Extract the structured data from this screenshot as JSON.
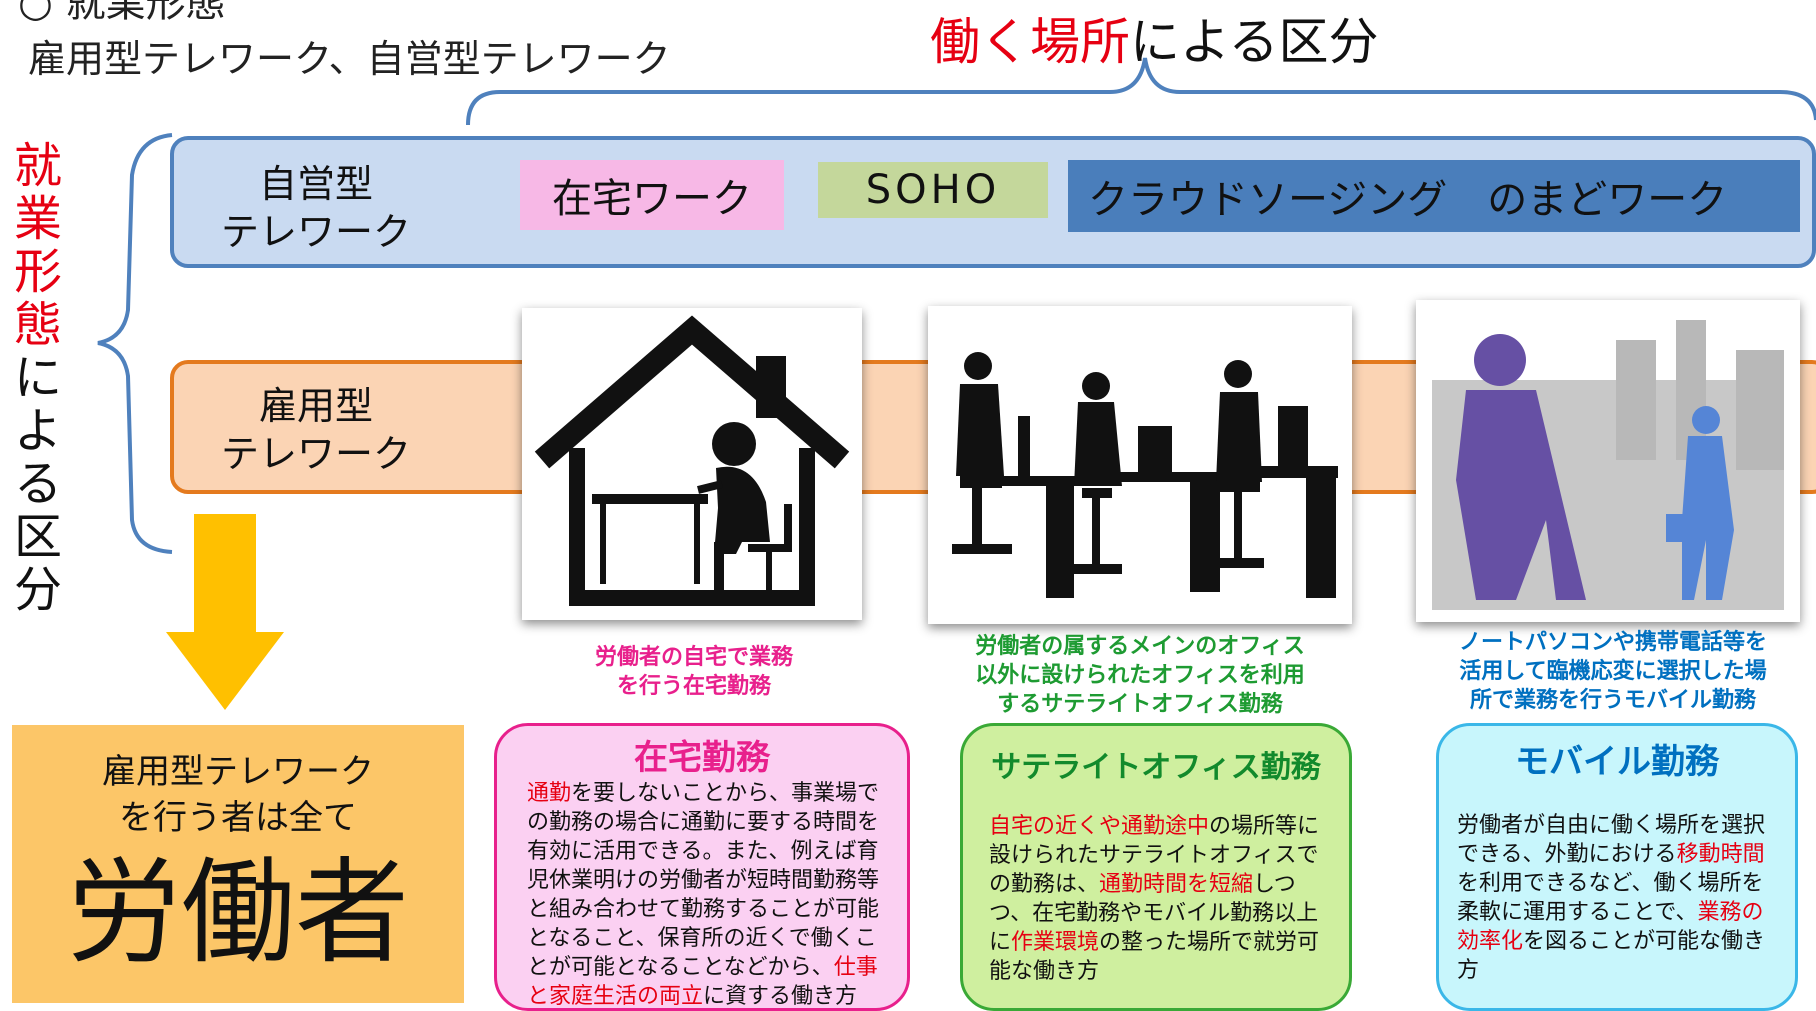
{
  "header": {
    "partial_top": "○ 就業形態",
    "subtitle": "雇用型テレワーク、自営型テレワーク",
    "place_title_red": "働く場所",
    "place_title_rest": "による区分"
  },
  "side_label": {
    "red_chars": [
      "就",
      "業",
      "形",
      "態"
    ],
    "black_chars": [
      "に",
      "よ",
      "る",
      "区",
      "分"
    ]
  },
  "self_employed": {
    "label_line1": "自営型",
    "label_line2": "テレワーク",
    "chips": {
      "home": "在宅ワーク",
      "soho": "SOHO",
      "cloud": "クラウドソージング　のまどワーク"
    }
  },
  "employed": {
    "label_line1": "雇用型",
    "label_line2": "テレワーク"
  },
  "captions": {
    "home": [
      "労働者の自宅で業務",
      "を行う在宅勤務"
    ],
    "satellite": [
      "労働者の属するメインのオフィス",
      "以外に設けられたオフィスを利用",
      "するサテライトオフィス勤務"
    ],
    "mobile": [
      "ノートパソコンや携帯電話等を",
      "活用して臨機応変に選択した場",
      "所で業務を行うモバイル勤務"
    ]
  },
  "cards": {
    "home": {
      "title": "在宅勤務",
      "b1": "通勤",
      "b2": "を要しないことから、事業場での勤務の場合に通勤に要する時間を有効に活用できる。また、例えば育児休業明けの労働者が短時間勤務等と組み合わせて勤務することが可能となること、保育所の近くで働くことが可能となることなどから、",
      "b3": "仕事と家庭生活の両立",
      "b4": "に資する働き方"
    },
    "satellite": {
      "title": "サテライトオフィス勤務",
      "b1": "自宅の近くや通勤途中",
      "b2": "の場所等に設けられたサテライトオフィスでの勤務は、",
      "b3": "通勤時間を短縮",
      "b4": "しつつ、在宅勤務やモバイル勤務以上に",
      "b5": "作業環境",
      "b6": "の整った場所で就労可能な働き方"
    },
    "mobile": {
      "title": "モバイル勤務",
      "b1": "労働者が自由に働く場所を選択できる、外勤における",
      "b2": "移動時間",
      "b3": "を利用できるなど、働く場所を柔軟に運用することで、",
      "b4": "業務の効率化",
      "b5": "を図ることが可能な働き方"
    }
  },
  "worker_box": {
    "line1": "雇用型テレワーク",
    "line2": "を行う者は全て",
    "big": "労働者"
  },
  "colors": {
    "red": "#e60012",
    "self_band": "#c9daf1",
    "emp_band": "#fbd4b4",
    "arrow": "#ffc000",
    "home_caption": "#e8208c",
    "satellite_caption": "#1e9b32",
    "mobile_caption": "#0070c0"
  }
}
